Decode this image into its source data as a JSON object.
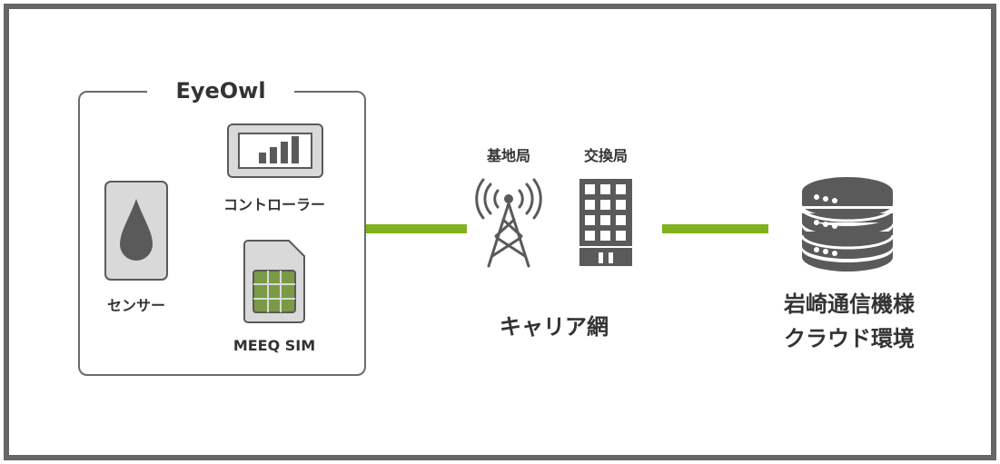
{
  "diagram": {
    "device_group": {
      "title": "EyeOwl",
      "items": {
        "controller": "コントローラー",
        "sensor": "センサー",
        "sim": "MEEQ SIM"
      }
    },
    "network": {
      "base_station": "基地局",
      "exchange": "交換局",
      "label": "キャリア網"
    },
    "cloud": {
      "label_line1": "岩崎通信機様",
      "label_line2": "クラウド環境"
    },
    "colors": {
      "frame": "#666666",
      "link": "#7fb21b",
      "icon_dark": "#5a5a5a",
      "icon_light": "#d9d9d9",
      "sim_chip": "#7a9a45"
    },
    "icons": [
      "controller-bar-chart-icon",
      "water-drop-sensor-icon",
      "sim-card-icon",
      "cell-tower-icon",
      "building-icon",
      "server-stack-icon"
    ]
  }
}
